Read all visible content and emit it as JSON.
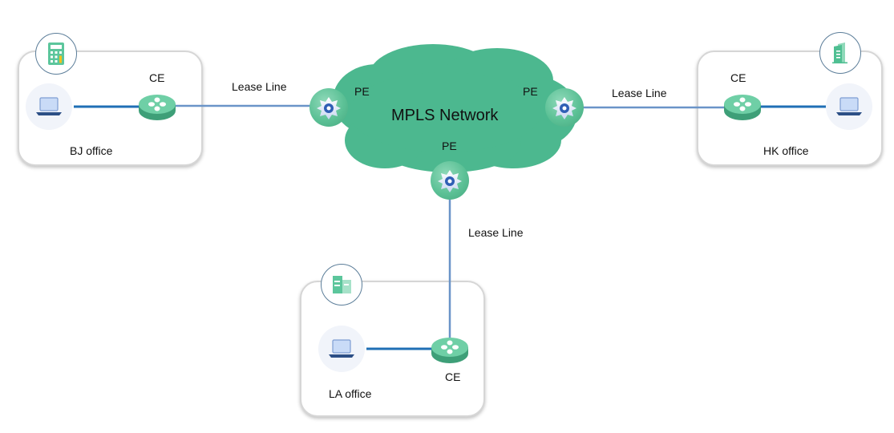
{
  "diagram": {
    "title": "MPLS Network",
    "colors": {
      "cloud": "#4cb88f",
      "link_wan": "#6a94c8",
      "link_lan": "#1f6fb5",
      "badge_border": "#5b7d99",
      "icon_green": "#5cc69c",
      "calculator_key": "#f2c21b"
    },
    "provider_edges": [
      {
        "id": "pe-west",
        "label": "PE"
      },
      {
        "id": "pe-east",
        "label": "PE"
      },
      {
        "id": "pe-south",
        "label": "PE"
      }
    ],
    "offices": [
      {
        "id": "bj",
        "name": "BJ office",
        "ce_label": "CE",
        "badge_icon": "calculator-icon",
        "device_icon": "laptop-icon"
      },
      {
        "id": "hk",
        "name": "HK office",
        "ce_label": "CE",
        "badge_icon": "office-building-icon",
        "device_icon": "laptop-icon"
      },
      {
        "id": "la",
        "name": "LA office",
        "ce_label": "CE",
        "badge_icon": "branch-building-icon",
        "device_icon": "laptop-icon"
      }
    ],
    "links": [
      {
        "from": "bj-ce",
        "to": "pe-west",
        "label": "Lease Line"
      },
      {
        "from": "hk-ce",
        "to": "pe-east",
        "label": "Lease Line"
      },
      {
        "from": "la-ce",
        "to": "pe-south",
        "label": "Lease Line"
      }
    ]
  }
}
